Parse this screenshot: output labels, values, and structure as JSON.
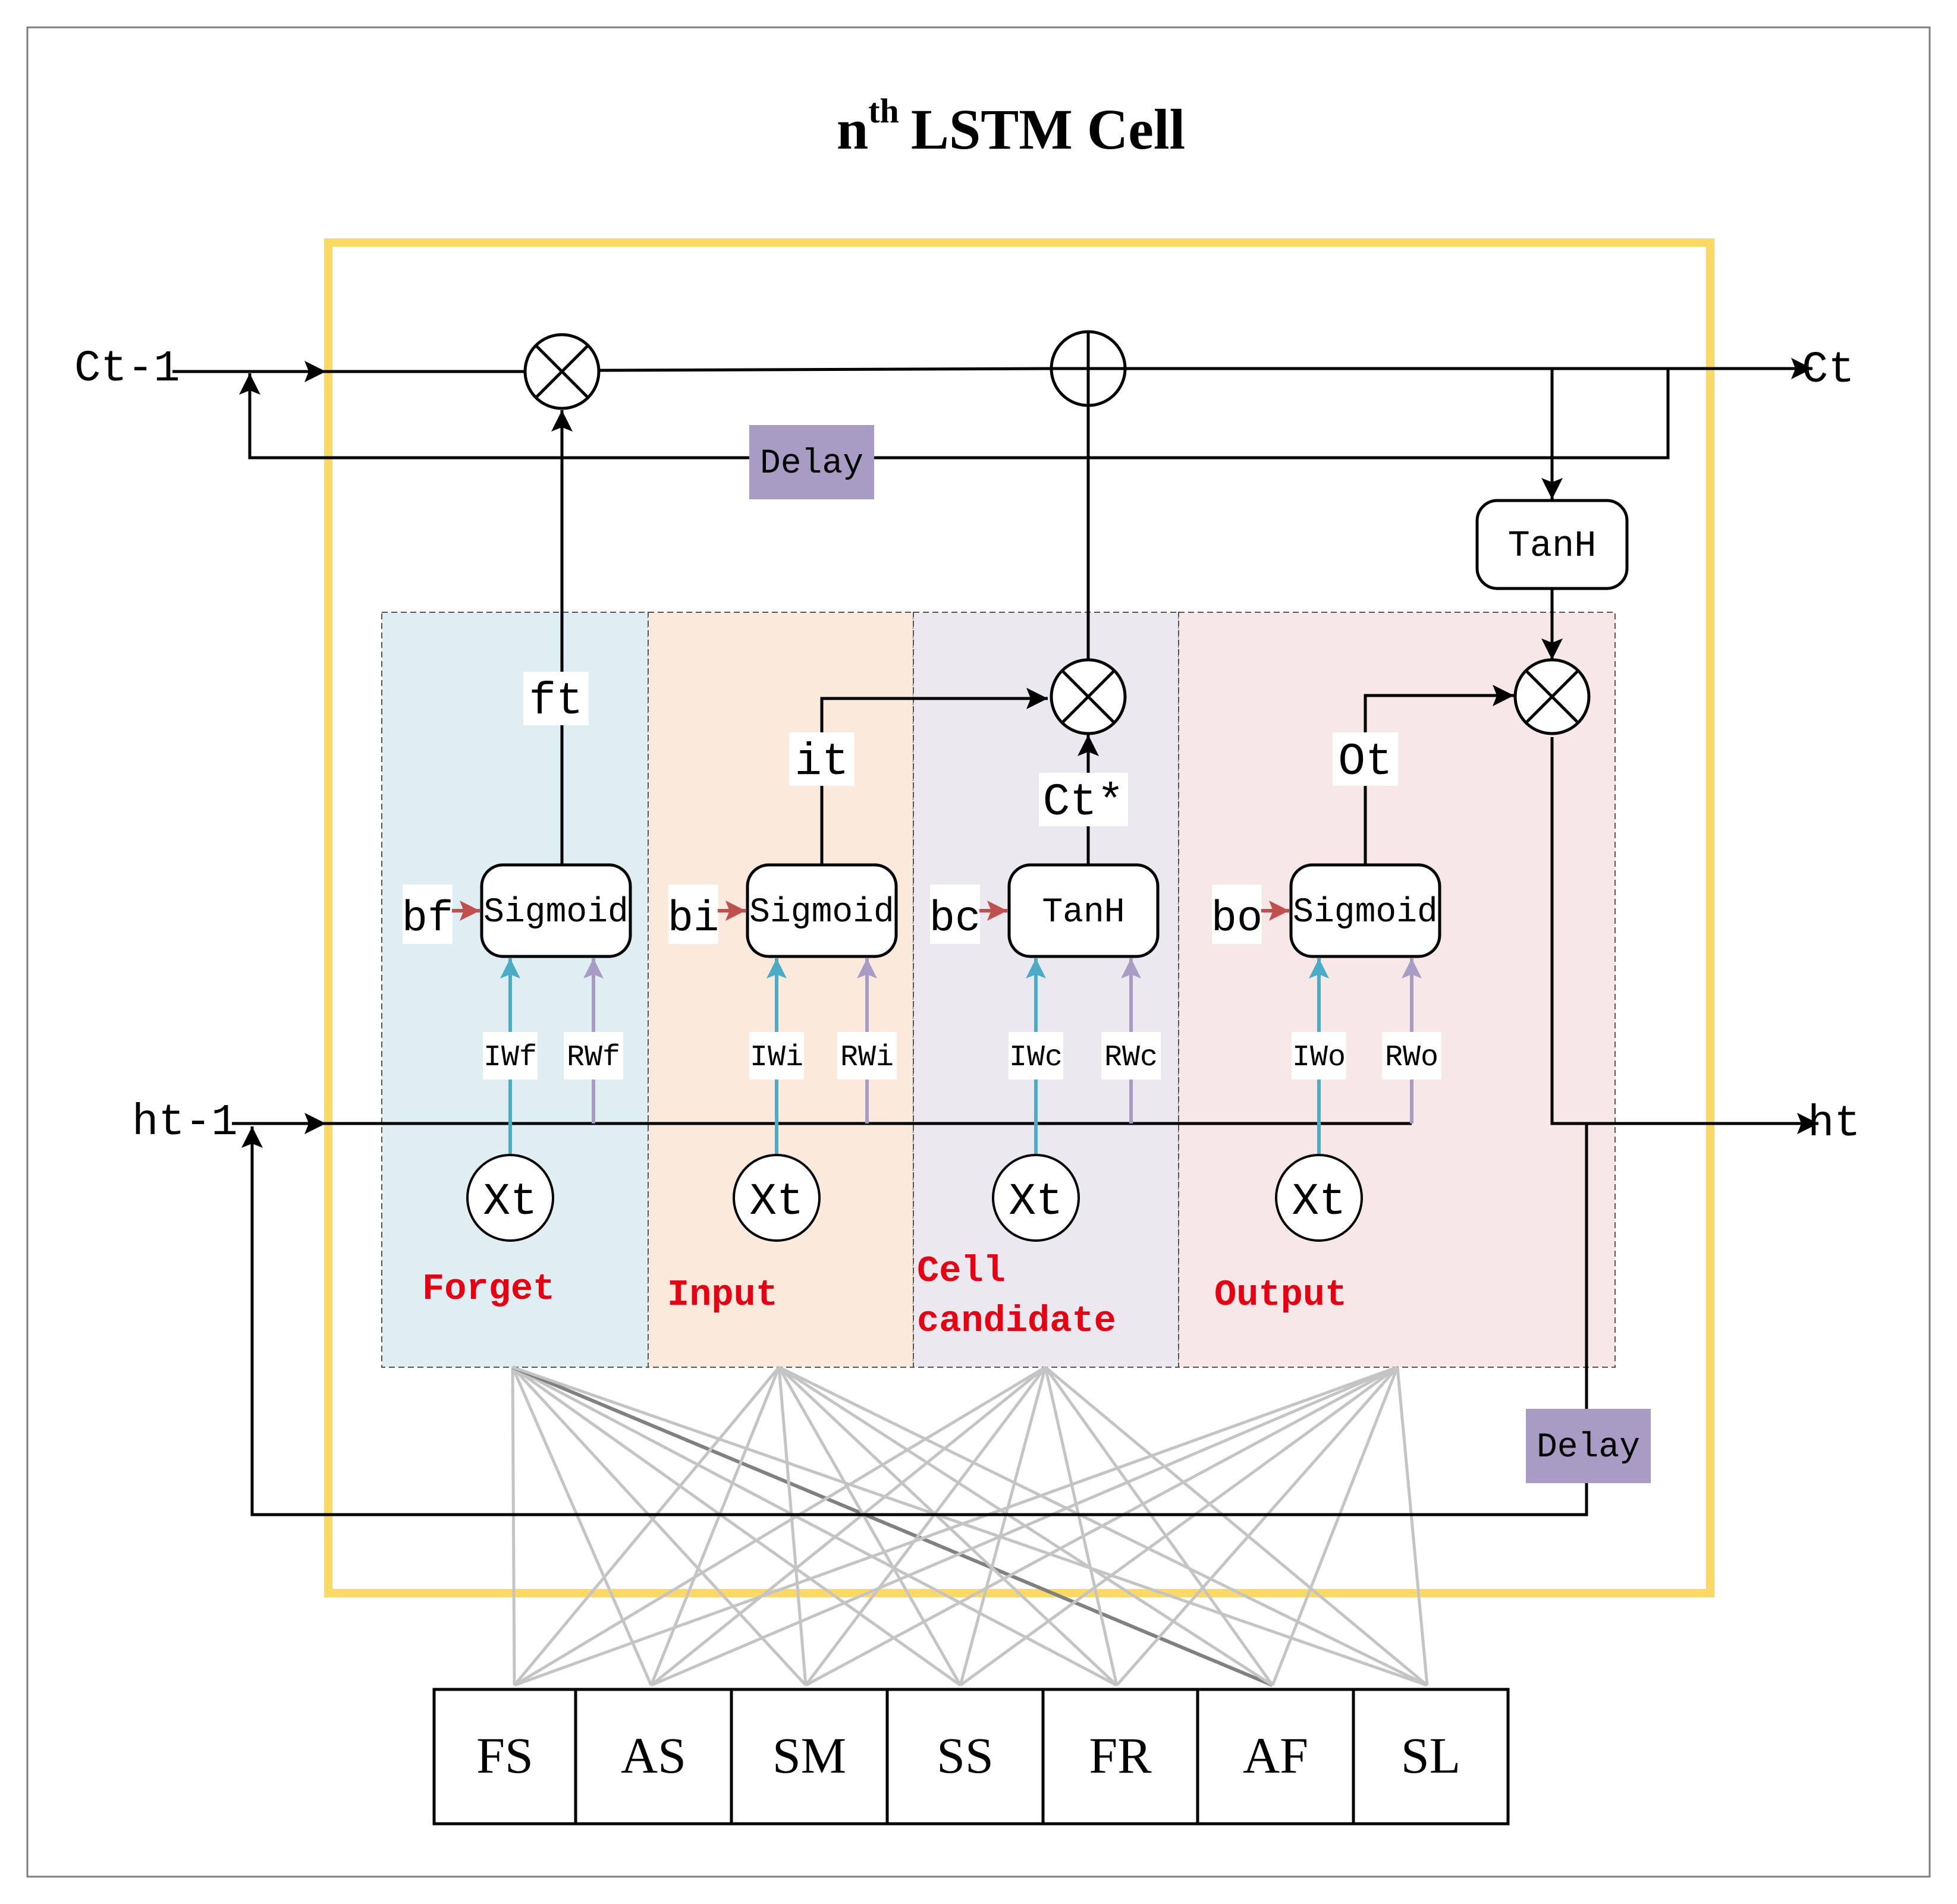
{
  "title": {
    "prefix": "n",
    "superscript": "th",
    "main": "LSTM Cell"
  },
  "signals": {
    "c_prev": "Ct-1",
    "c_out": "Ct",
    "h_prev": "ht-1",
    "h_out": "ht"
  },
  "delay_label": "Delay",
  "tanh_label": "TanH",
  "gates": [
    {
      "id": "forget",
      "name": "Forget",
      "activation": "Sigmoid",
      "bias": "bf",
      "input_weight": "IWf",
      "recurrent_weight": "RWf",
      "output": "ft",
      "input": "Xt",
      "color": "#deeef3"
    },
    {
      "id": "input",
      "name": "Input",
      "activation": "Sigmoid",
      "bias": "bi",
      "input_weight": "IWi",
      "recurrent_weight": "RWi",
      "output": "it",
      "input": "Xt",
      "color": "#fbeadb"
    },
    {
      "id": "cell",
      "name": "Cell candidate",
      "activation": "TanH",
      "bias": "bc",
      "input_weight": "IWc",
      "recurrent_weight": "RWc",
      "output": "Ct*",
      "input": "Xt",
      "color": "#ebe8f0"
    },
    {
      "id": "output",
      "name": "Output",
      "activation": "Sigmoid",
      "bias": "bo",
      "input_weight": "IWo",
      "recurrent_weight": "RWo",
      "output": "Ot",
      "input": "Xt",
      "color": "#f7e8e7"
    }
  ],
  "gate_name_color": "#e60012",
  "colors": {
    "frame": "#fcd964",
    "delay_box": "#a89bc4",
    "bias_arrow": "#c0504d",
    "input_weight_arrow": "#4bacc6",
    "recurrent_weight_arrow": "#a89bc4"
  },
  "features": [
    "FS",
    "AS",
    "SM",
    "SS",
    "FR",
    "AF",
    "SL"
  ]
}
